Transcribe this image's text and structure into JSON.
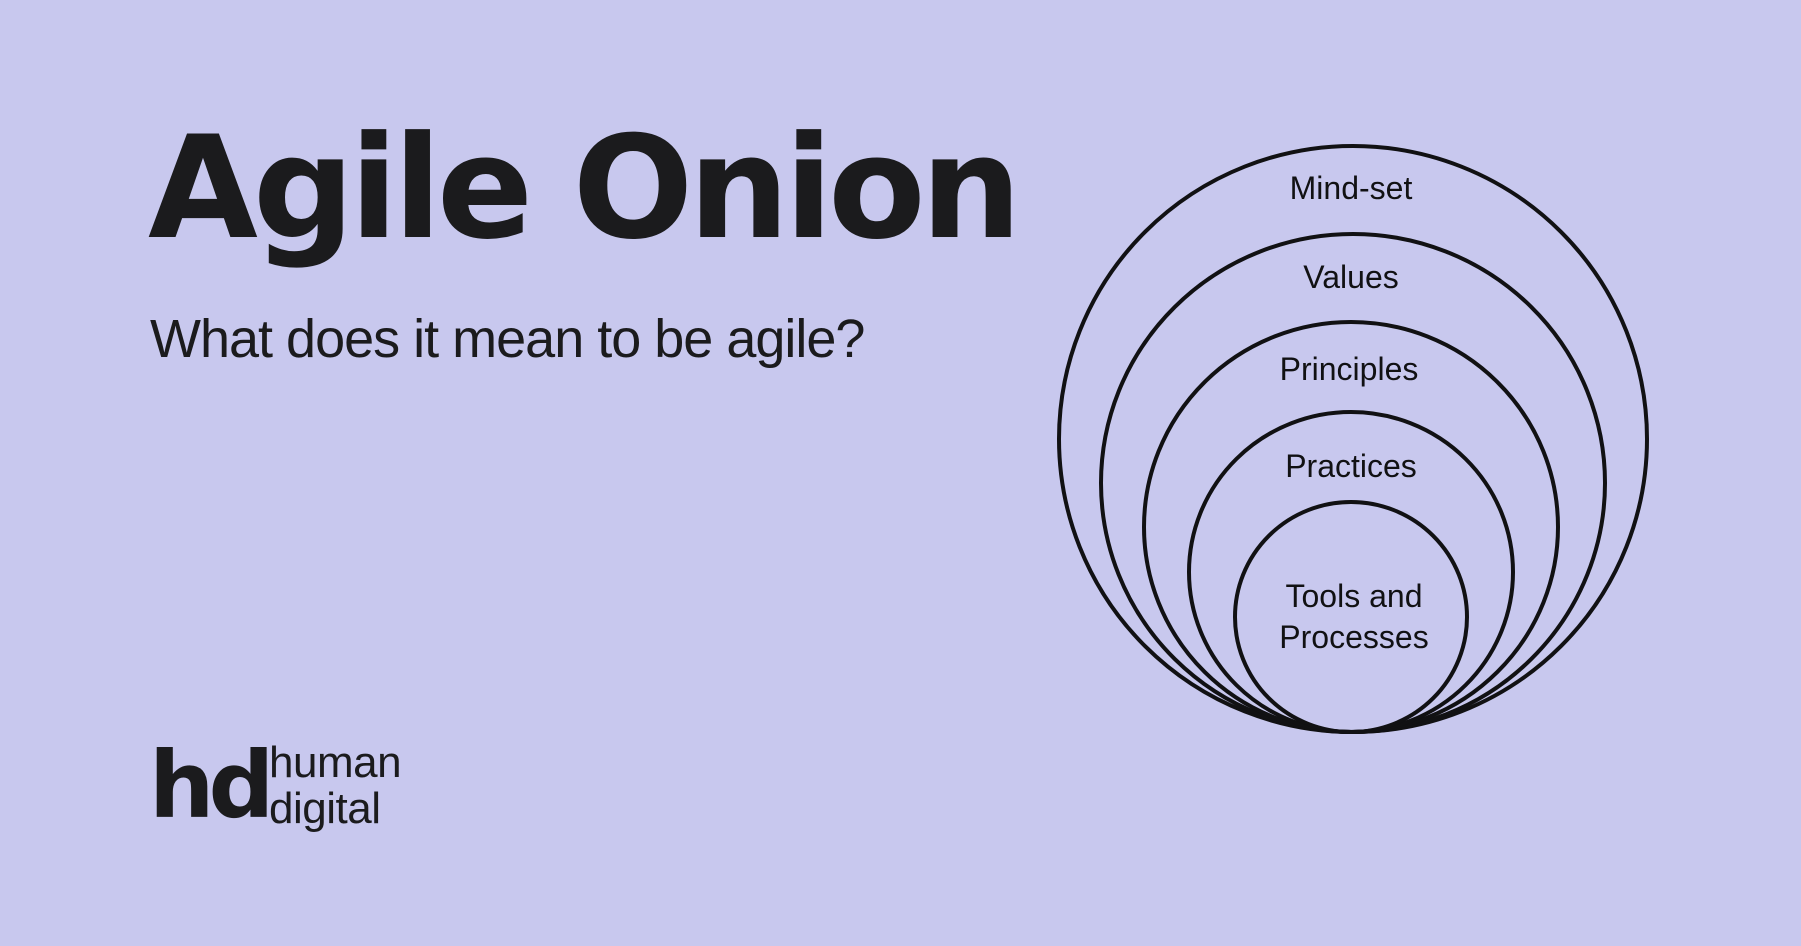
{
  "title": "Agile Onion",
  "subtitle": "What does it mean to be agile?",
  "background_color": "#c8c8ee",
  "text_color": "#1b1b1d",
  "diagram": {
    "layers": [
      {
        "label": "Mind-set"
      },
      {
        "label": "Values"
      },
      {
        "label": "Principles"
      },
      {
        "label": "Practices"
      },
      {
        "label": "Tools and Processes"
      }
    ]
  },
  "logo": {
    "mark": "hd",
    "word_line1": "human",
    "word_line2": "digital"
  }
}
